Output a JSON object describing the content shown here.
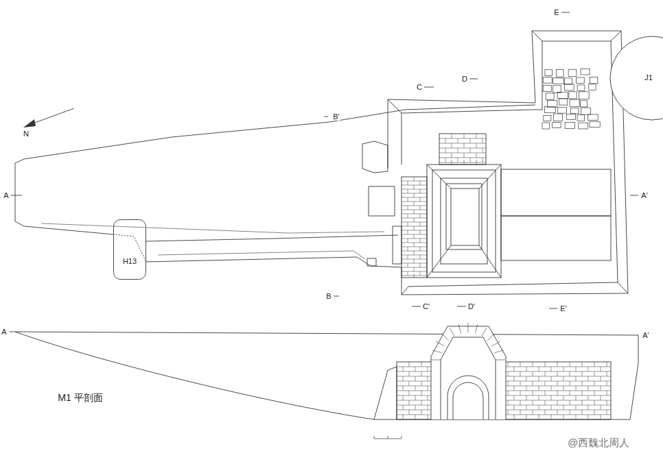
{
  "diagram": {
    "nodes": [
      {
        "text": [
          "J1"
        ]
      },
      {
        "text": [
          "H13"
        ]
      }
    ],
    "labels": [
      "A",
      "A'",
      "B'",
      "B",
      "C",
      "C'",
      "D",
      "D'",
      "E",
      "E'",
      "N",
      "A",
      "A'",
      "M1 平剖面",
      "@西魏北周人"
    ]
  }
}
